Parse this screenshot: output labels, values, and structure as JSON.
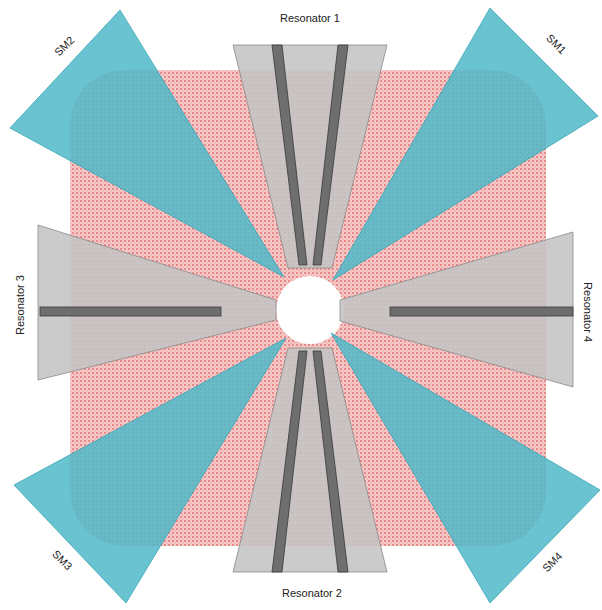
{
  "diagram": {
    "labels": [
      "Resonator 1",
      "SM2",
      "SM1",
      "Resonator 3",
      "Resonator 4",
      "SM3",
      "SM4",
      "Resonator 2"
    ]
  }
}
